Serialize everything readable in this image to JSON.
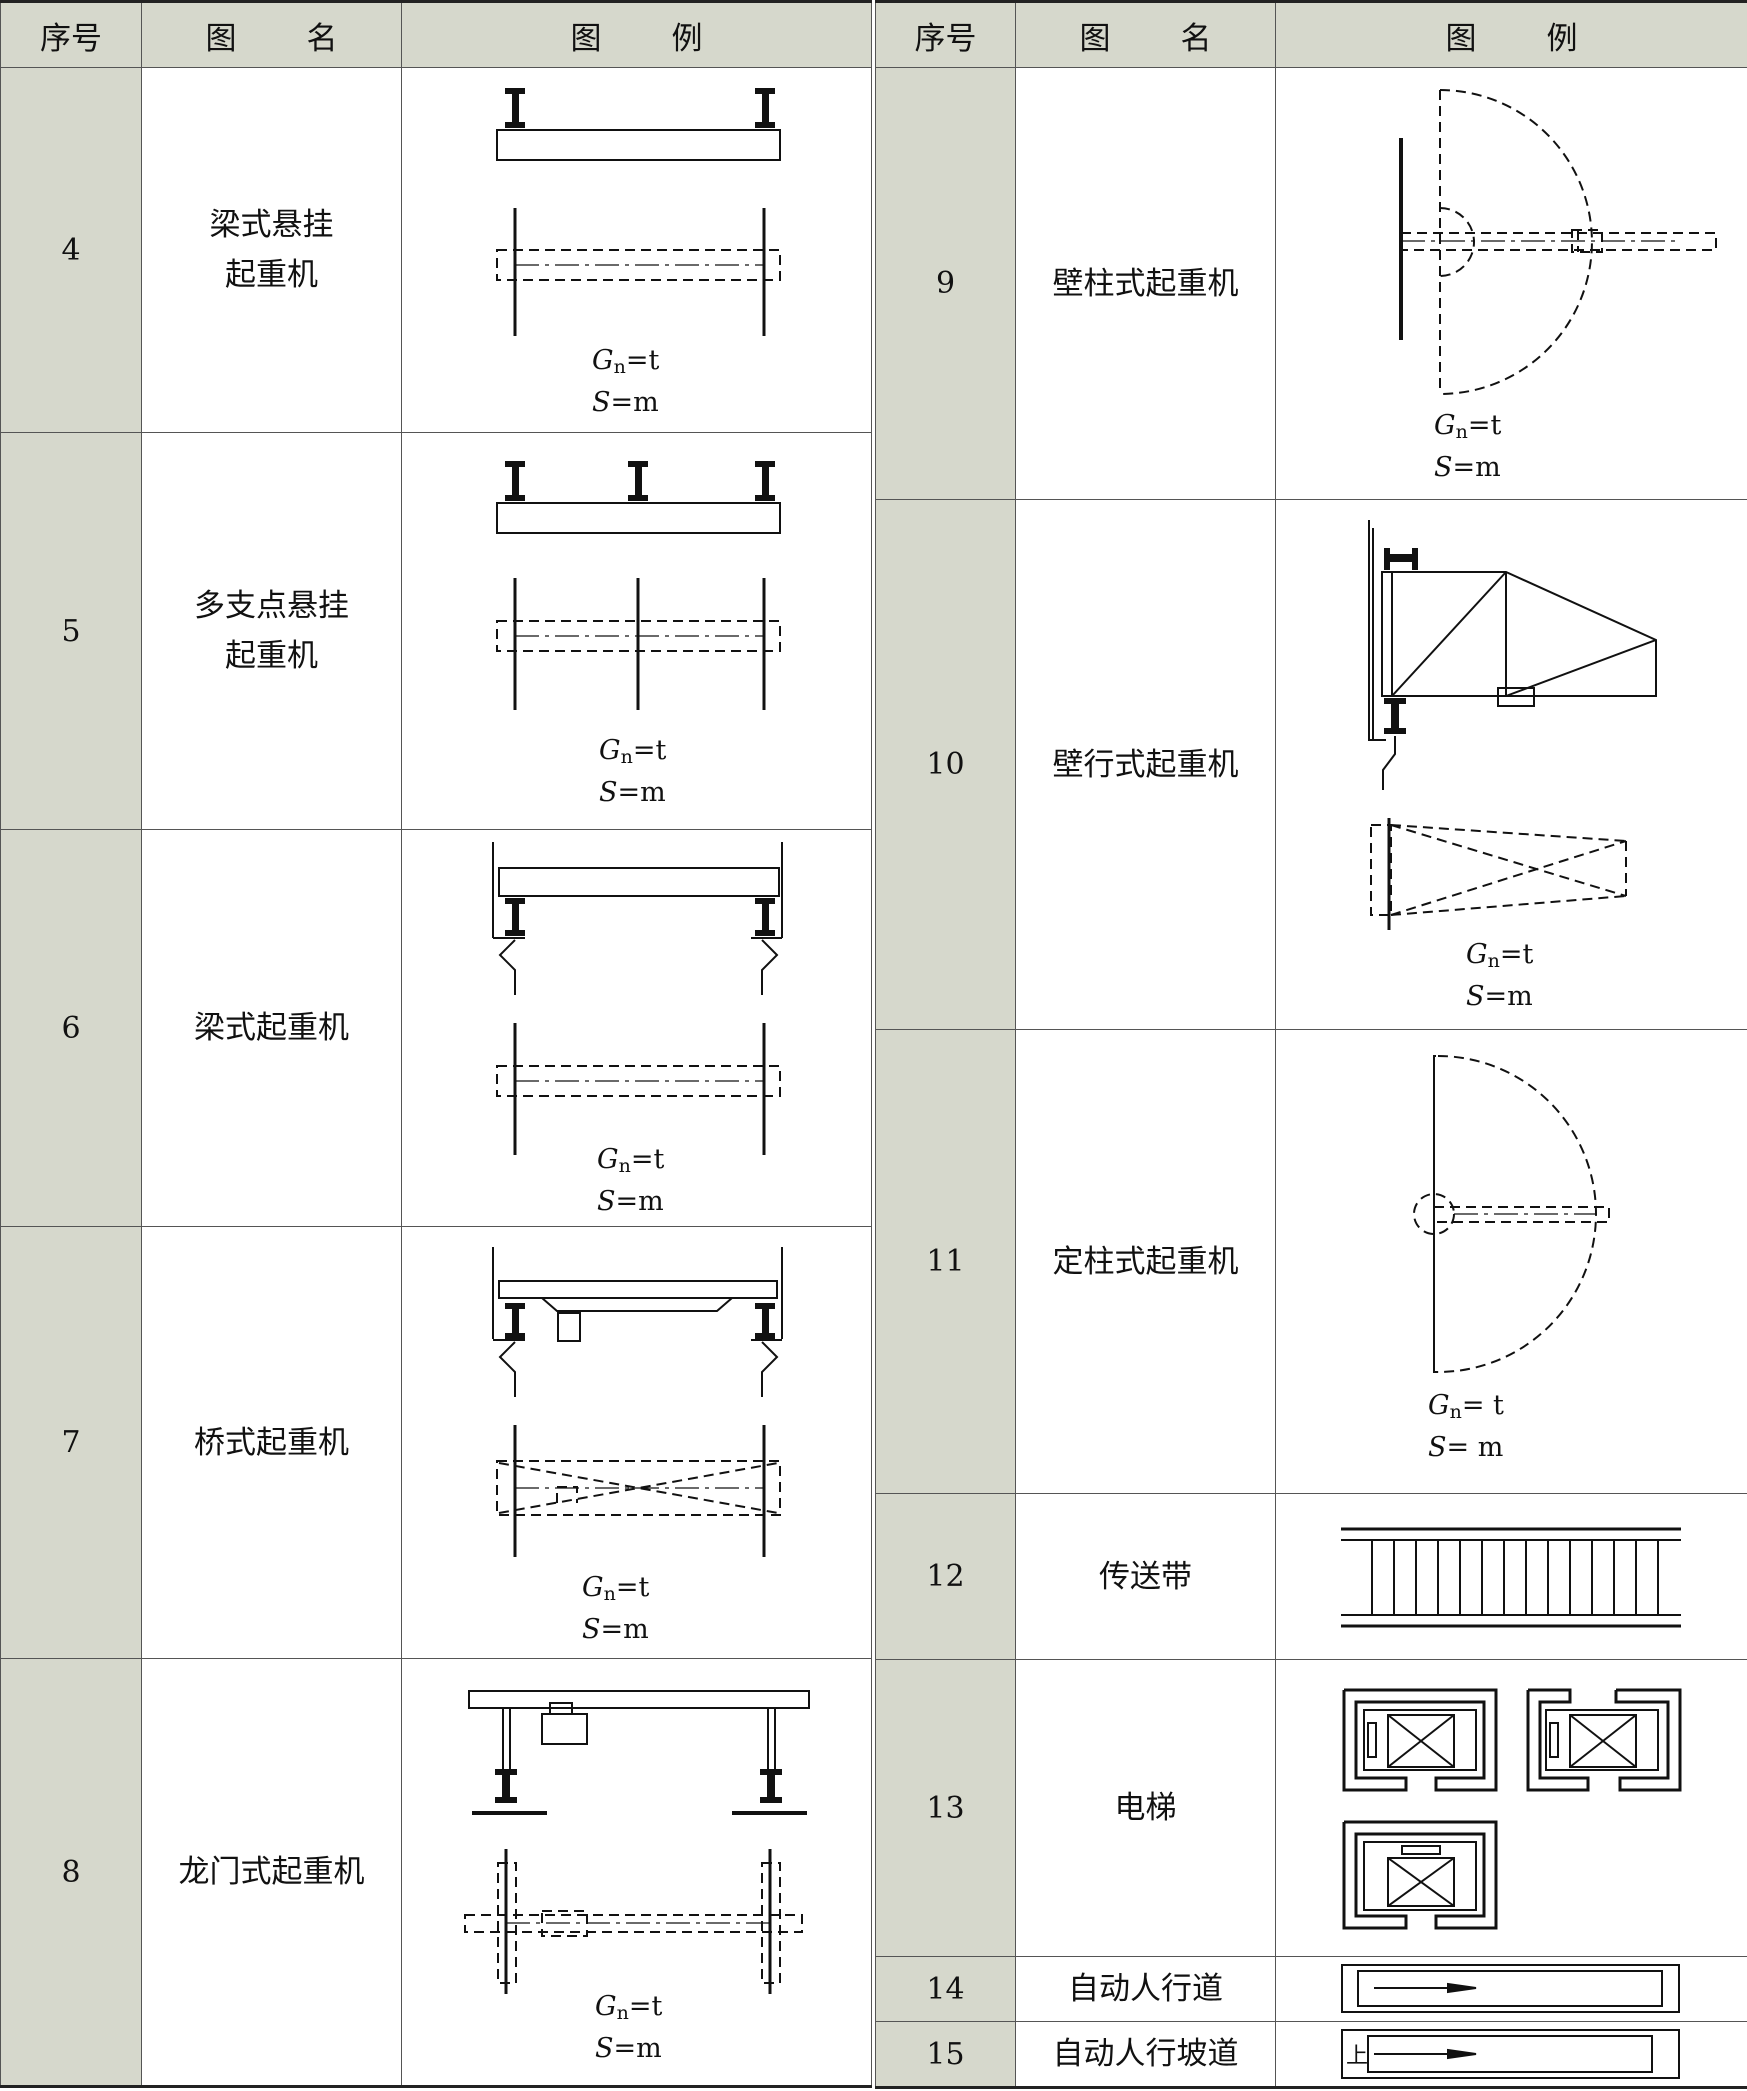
{
  "header": {
    "col_no": "序号",
    "col_name_a": "图",
    "col_name_b": "名",
    "col_legend_a": "图",
    "col_legend_b": "例"
  },
  "left_rows": [
    {
      "no": "4",
      "name": [
        "梁式悬挂",
        "起重机"
      ],
      "gn": "G",
      "gn_sub": "n",
      "gn_val": "=t",
      "s": "S",
      "s_val": "=m"
    },
    {
      "no": "5",
      "name": [
        "多支点悬挂",
        "起重机"
      ],
      "gn": "G",
      "gn_sub": "n",
      "gn_val": "=t",
      "s": "S",
      "s_val": "=m"
    },
    {
      "no": "6",
      "name": [
        "梁式起重机"
      ],
      "gn": "G",
      "gn_sub": "n",
      "gn_val": "=t",
      "s": "S",
      "s_val": "=m"
    },
    {
      "no": "7",
      "name": [
        "桥式起重机"
      ],
      "gn": "G",
      "gn_sub": "n",
      "gn_val": "=t",
      "s": "S",
      "s_val": "=m"
    },
    {
      "no": "8",
      "name": [
        "龙门式起重机"
      ],
      "gn": "G",
      "gn_sub": "n",
      "gn_val": "=t",
      "s": "S",
      "s_val": "=m"
    }
  ],
  "right_rows": [
    {
      "no": "9",
      "name": [
        "壁柱式起重机"
      ],
      "gn": "G",
      "gn_sub": "n",
      "gn_val": "=t",
      "s": "S",
      "s_val": "=m"
    },
    {
      "no": "10",
      "name": [
        "壁行式起重机"
      ],
      "gn": "G",
      "gn_sub": "n",
      "gn_val": "=t",
      "s": "S",
      "s_val": "=m"
    },
    {
      "no": "11",
      "name": [
        "定柱式起重机"
      ],
      "gn": "G",
      "gn_sub": "n",
      "gn_val": "= t",
      "s": "S",
      "s_val": "= m"
    },
    {
      "no": "12",
      "name": [
        "传送带"
      ]
    },
    {
      "no": "13",
      "name": [
        "电梯"
      ]
    },
    {
      "no": "14",
      "name": [
        "自动人行道"
      ]
    },
    {
      "no": "15",
      "name": [
        "自动人行坡道"
      ],
      "tag": "上"
    }
  ]
}
